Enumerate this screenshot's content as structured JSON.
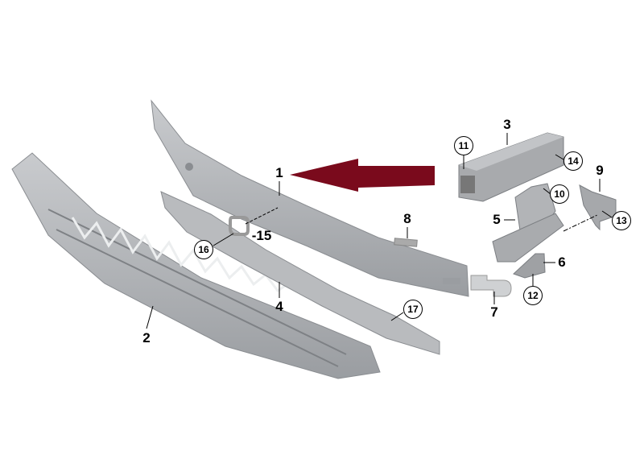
{
  "diagram": {
    "title": "",
    "arrow_color": "#7a0a1c",
    "part_color": "#b4b6b9",
    "plain_labels": {
      "p1": "1",
      "p2": "2",
      "p3": "3",
      "p4": "4",
      "p5": "5",
      "p6": "6",
      "p7": "7",
      "p8": "8",
      "p9": "9",
      "p15": "-15"
    },
    "circled_labels": {
      "p10": "10",
      "p11": "11",
      "p12": "12",
      "p13": "13",
      "p14": "14",
      "p16": "16",
      "p17": "17"
    }
  }
}
